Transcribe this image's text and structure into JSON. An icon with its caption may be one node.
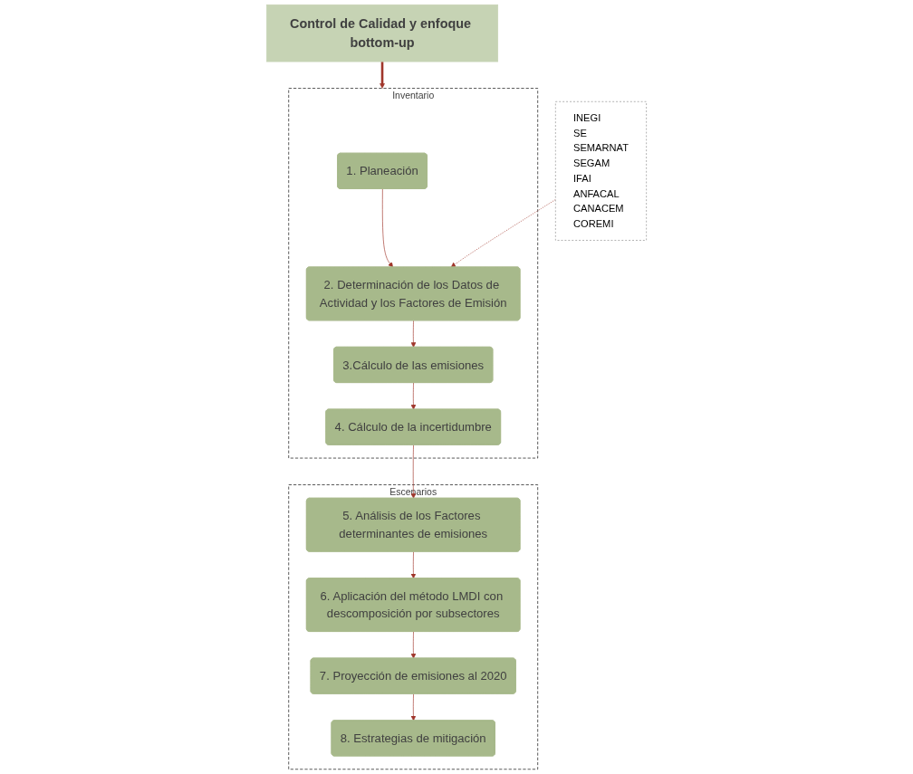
{
  "diagram": {
    "nodes": [
      {
        "text": [
          "Inventario"
        ]
      },
      {
        "text": [
          "1. Planeación"
        ],
        "in": 0
      },
      {
        "text": [
          "2. Determinación de los Datos de Actividad y los Factores de Emisión"
        ],
        "in": 0
      },
      {
        "text": [
          "3.Cálculo de las emisiones"
        ],
        "in": 0
      },
      {
        "text": [
          "4. Cálculo de la incertidumbre"
        ],
        "in": 0
      },
      {
        "text": [
          "Escenarios"
        ]
      },
      {
        "text": [
          "5. Análisis de los Factores determinantes de emisiones"
        ],
        "in": 5
      },
      {
        "text": [
          "6. Aplicación del método LMDI con descomposición por subsectores"
        ],
        "in": 5
      },
      {
        "text": [
          "7. Proyección de emisiones al 2020"
        ],
        "in": 5
      },
      {
        "text": [
          "8. Estrategias de mitigación"
        ],
        "in": 5
      },
      {
        "text": [
          "INEGI",
          "SE",
          "SEMARNAT",
          "SEGAM",
          "IFAI",
          "ANFACAL",
          "CANACEM",
          "COREMI"
        ]
      },
      {
        "text": [
          "Control de Calidad y enfoque bottom-up"
        ]
      }
    ],
    "edges": [
      {
        "from": 1,
        "to": 2,
        "arrow": "to"
      },
      {
        "from": 2,
        "to": 3,
        "arrow": "to"
      },
      {
        "from": 3,
        "to": 4,
        "arrow": "to"
      },
      {
        "from": 4,
        "to": 6,
        "arrow": "to"
      },
      {
        "from": 6,
        "to": 7,
        "arrow": "to"
      },
      {
        "from": 7,
        "to": 8,
        "arrow": "to"
      },
      {
        "from": 8,
        "to": 9,
        "arrow": "to"
      },
      {
        "from": 10,
        "to": 2,
        "arrow": "to",
        "style": "dashed"
      },
      {
        "from": 11,
        "to": 0,
        "arrow": "to",
        "style": "thick"
      }
    ]
  }
}
